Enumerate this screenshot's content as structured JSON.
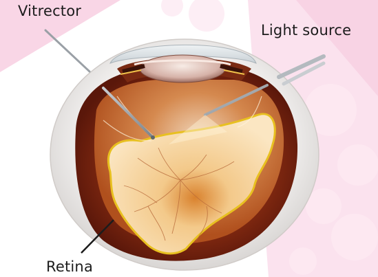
{
  "labels": {
    "vitrector": "Vitrector",
    "light_source": "Light source",
    "retina": "Retina"
  },
  "colors": {
    "background_pink": "#f9d6e6",
    "sclera": "#f2f1f0",
    "choroid": "#6e2010",
    "vitreous_orange": "#c9681f",
    "retina_edge": "#e8c020",
    "detached_retina": "#f2cf98",
    "instrument": "#9aa0a6",
    "label_text": "#1c1c1c"
  }
}
